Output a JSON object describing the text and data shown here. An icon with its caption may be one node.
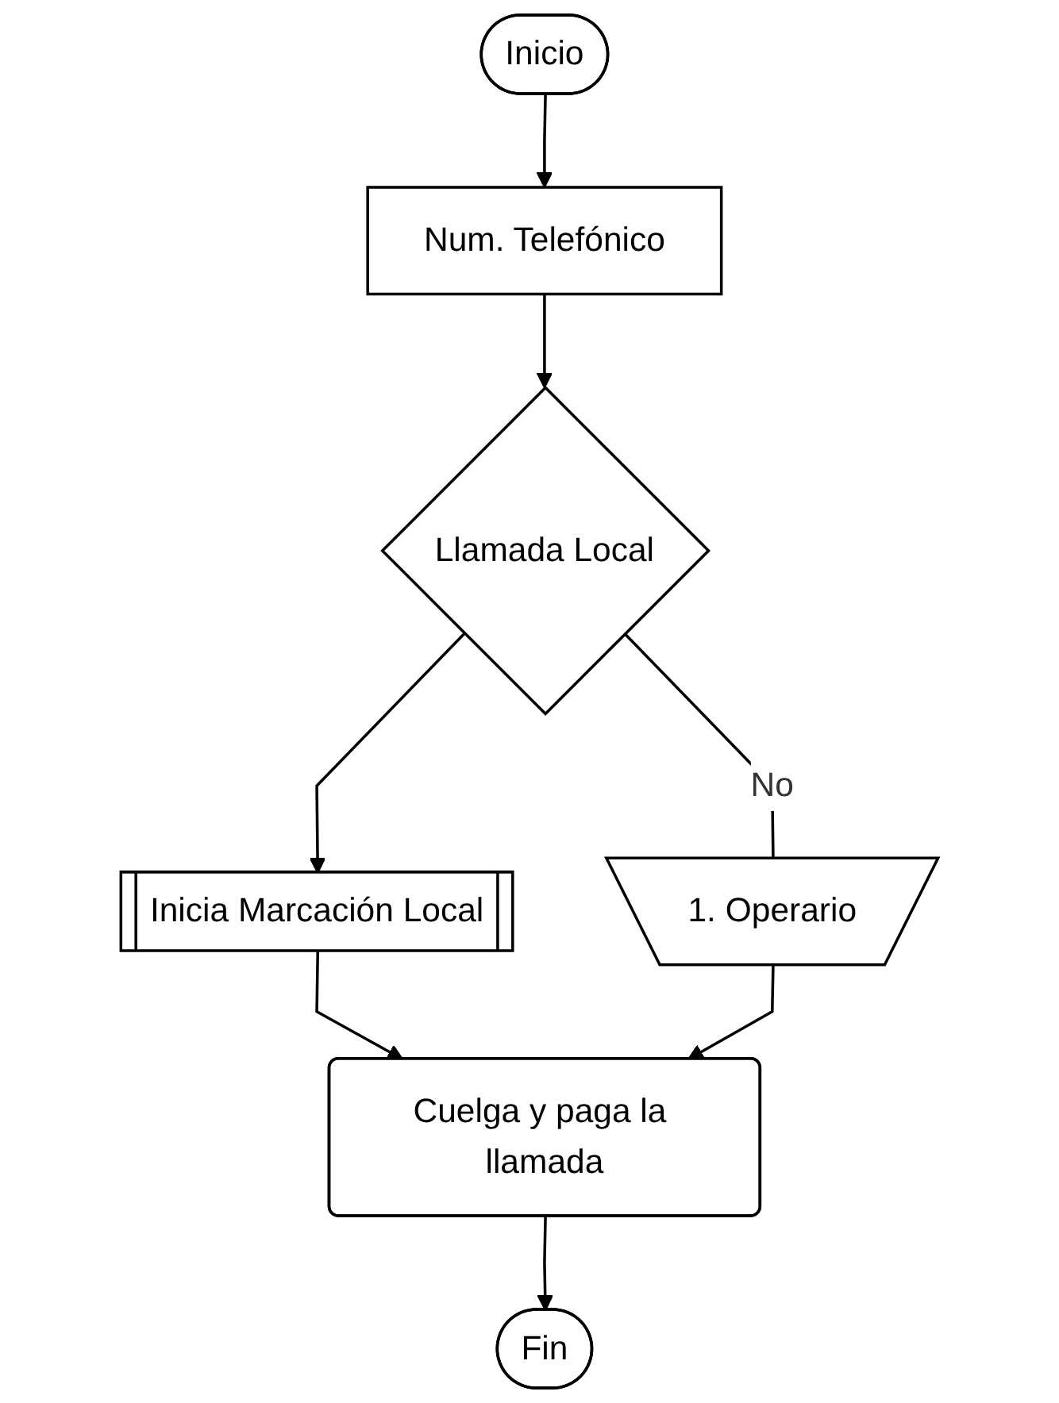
{
  "diagram": {
    "nodes": [
      {
        "text": [
          "Inicio"
        ]
      },
      {
        "text": [
          "Num. Telefónico"
        ]
      },
      {
        "text": [
          "Llamada Local"
        ]
      },
      {
        "text": [
          "Inicia Marcación Local"
        ]
      },
      {
        "text": [
          "1. Operario"
        ]
      },
      {
        "text": [
          "Cuelga y paga la llamada"
        ]
      },
      {
        "text": [
          "Fin"
        ]
      }
    ],
    "edges": [
      {
        "from": 0,
        "to": 1,
        "arrow": "to"
      },
      {
        "from": 1,
        "to": 2,
        "arrow": "to"
      },
      {
        "from": 2,
        "to": 3,
        "arrow": "to"
      },
      {
        "from": 2,
        "to": 4,
        "label": "No",
        "arrow": "none"
      },
      {
        "from": 3,
        "to": 5,
        "arrow": "to"
      },
      {
        "from": 4,
        "to": 5,
        "arrow": "to"
      },
      {
        "from": 5,
        "to": 6,
        "arrow": "to"
      }
    ]
  }
}
